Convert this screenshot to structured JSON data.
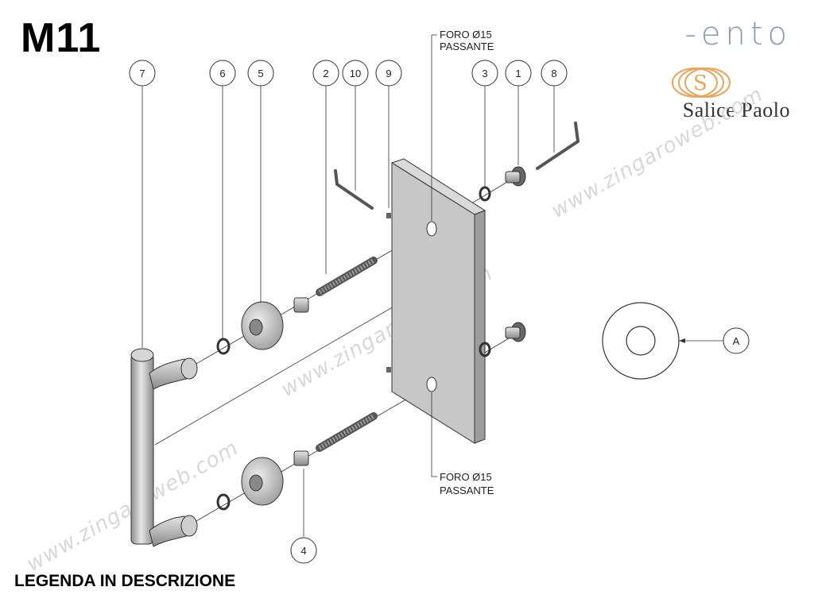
{
  "title": "M11",
  "legend_text": "LEGENDA IN DESCRIZIONE",
  "logo": {
    "word": "-ento",
    "subtitle": "Salice Paolo"
  },
  "watermark_text": "www.zingaroweb.com",
  "callouts": {
    "c1": "1",
    "c2": "2",
    "c3": "3",
    "c4": "4",
    "c5": "5",
    "c6": "6",
    "c7": "7",
    "c8": "8",
    "c9": "9",
    "c10": "10",
    "cA": "A"
  },
  "notes": {
    "top_line1": "FORO Ø15",
    "top_line2": "PASSANTE",
    "bottom_line1": "FORO Ø15",
    "bottom_line2": "PASSANTE"
  },
  "colors": {
    "panel": "#c7c7c7",
    "panel_side": "#9d9d9d",
    "metal": "#bdbdbd",
    "logo_blue": "#8a9cab",
    "logo_orange": "#e8a55a"
  }
}
